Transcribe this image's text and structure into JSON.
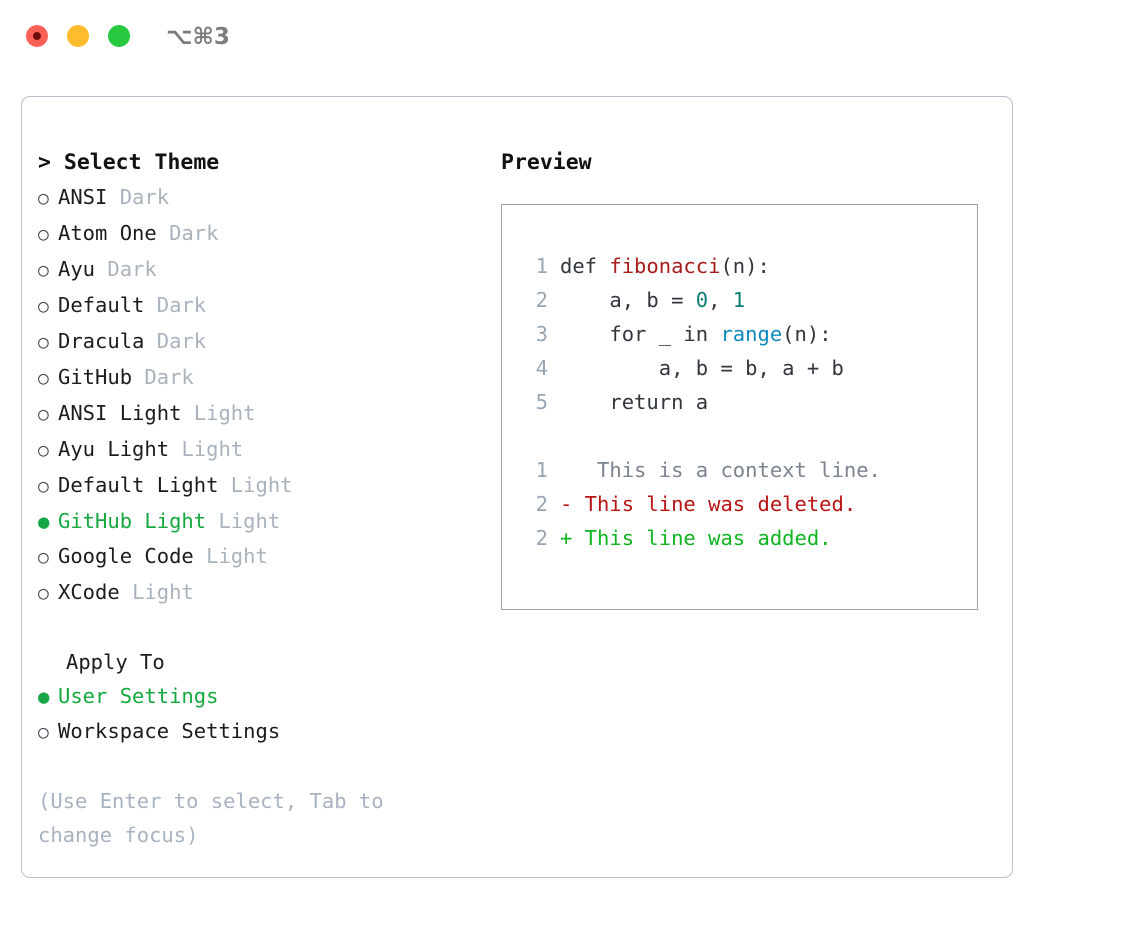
{
  "titlebar": {
    "shortcut": "⌥⌘3",
    "controls": [
      {
        "name": "close",
        "color": "#ff6159"
      },
      {
        "name": "minimize",
        "color": "#ffbd2e"
      },
      {
        "name": "maximize",
        "color": "#28c840"
      }
    ]
  },
  "theme_picker": {
    "heading": "> Select Theme",
    "selected_theme": "GitHub Light",
    "bullet_empty": "○",
    "bullet_filled": "●",
    "options": [
      {
        "bullet": "○",
        "name": "ANSI",
        "category": "Dark",
        "selected": false
      },
      {
        "bullet": "○",
        "name": "Atom One",
        "category": "Dark",
        "selected": false
      },
      {
        "bullet": "○",
        "name": "Ayu",
        "category": "Dark",
        "selected": false
      },
      {
        "bullet": "○",
        "name": "Default",
        "category": "Dark",
        "selected": false
      },
      {
        "bullet": "○",
        "name": "Dracula",
        "category": "Dark",
        "selected": false
      },
      {
        "bullet": "○",
        "name": "GitHub",
        "category": "Dark",
        "selected": false
      },
      {
        "bullet": "○",
        "name": "ANSI Light",
        "category": "Light",
        "selected": false
      },
      {
        "bullet": "○",
        "name": "Ayu Light",
        "category": "Light",
        "selected": false
      },
      {
        "bullet": "○",
        "name": "Default Light",
        "category": "Light",
        "selected": false
      },
      {
        "bullet": "●",
        "name": "GitHub Light",
        "category": "Light",
        "selected": true
      },
      {
        "bullet": "○",
        "name": "Google Code",
        "category": "Light",
        "selected": false
      },
      {
        "bullet": "○",
        "name": "XCode",
        "category": "Light",
        "selected": false
      }
    ]
  },
  "apply_to": {
    "heading": "Apply To",
    "selected": "User Settings",
    "options": [
      {
        "bullet": "●",
        "label": "User Settings",
        "selected": true
      },
      {
        "bullet": "○",
        "label": "Workspace Settings",
        "selected": false
      }
    ]
  },
  "hint": "(Use Enter to select, Tab to change focus)",
  "preview": {
    "heading": "Preview",
    "code_lines": [
      {
        "no": "1",
        "tokens": [
          {
            "t": "def ",
            "c": "kw"
          },
          {
            "t": "fibonacci",
            "c": "fn"
          },
          {
            "t": "(n):",
            "c": "plain"
          }
        ]
      },
      {
        "no": "2",
        "tokens": [
          {
            "t": "    a, b = ",
            "c": "plain"
          },
          {
            "t": "0",
            "c": "num"
          },
          {
            "t": ", ",
            "c": "plain"
          },
          {
            "t": "1",
            "c": "num"
          }
        ]
      },
      {
        "no": "3",
        "tokens": [
          {
            "t": "    for _ in ",
            "c": "plain"
          },
          {
            "t": "range",
            "c": "call"
          },
          {
            "t": "(n):",
            "c": "plain"
          }
        ]
      },
      {
        "no": "4",
        "tokens": [
          {
            "t": "        a, b = b, a + b",
            "c": "plain"
          }
        ]
      },
      {
        "no": "5",
        "tokens": [
          {
            "t": "    return a",
            "c": "plain"
          }
        ]
      }
    ],
    "diff_lines": [
      {
        "no": "1",
        "marker": " ",
        "text": "  This is a context line.",
        "kind": "context"
      },
      {
        "no": "2",
        "marker": "-",
        "text": " This line was deleted.",
        "kind": "deleted"
      },
      {
        "no": "2",
        "marker": "+",
        "text": " This line was added.",
        "kind": "added"
      }
    ]
  },
  "colors": {
    "accent_green": "#15a83f",
    "diff_add": "#0fb520",
    "diff_del": "#b81414",
    "muted": "#aab2bd",
    "border": "#b7c0cc",
    "code_border": "#97a3b2",
    "lineno": "#9aa5b3",
    "token_function": "#a81c1c",
    "token_number": "#0b7d76",
    "token_call": "#0f89bd"
  }
}
